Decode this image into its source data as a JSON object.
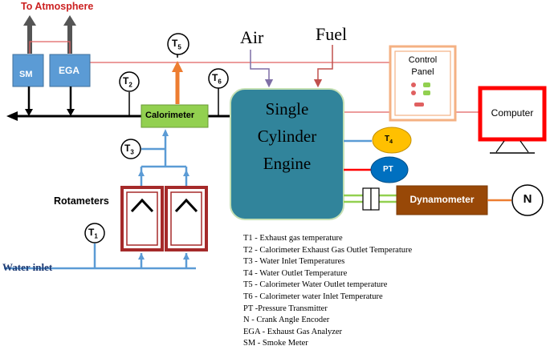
{
  "labels": {
    "to_atmosphere": "To Atmosphere",
    "sm": "SM",
    "ega": "EGA",
    "calorimeter": "Calorimeter",
    "engine_line1": "Single",
    "engine_line2": "Cylinder",
    "engine_line3": "Engine",
    "air": "Air",
    "fuel": "Fuel",
    "control_panel_line1": "Control",
    "control_panel_line2": "Panel",
    "computer": "Computer",
    "dynamometer": "Dynamometer",
    "encoder": "N",
    "rotameters": "Rotameters",
    "water_inlet": "Water inlet",
    "t1": "T",
    "t1_sub": "1",
    "t2": "T",
    "t2_sub": "2",
    "t3": "T",
    "t3_sub": "3",
    "t4": "T",
    "t4_sub": "4",
    "t5": "T",
    "t5_sub": "5",
    "t6": "T",
    "t6_sub": "6",
    "pt": "PT"
  },
  "legend": [
    "T1 - Exhaust gas temperature",
    "T2 - Calorimeter Exhaust Gas Outlet Temperature",
    "T3 - Water Inlet Temperatures",
    "T4 - Water Outlet Temperature",
    "T5 - Calorimeter Water Outlet temperature",
    "T6 - Calorimeter water Inlet Temperature",
    "PT -Pressure Transmitter",
    "N - Crank Angle Encoder",
    "EGA - Exhaust Gas Analyzer",
    "SM - Smoke Meter"
  ],
  "colors": {
    "to_atmosphere": "#cc2222",
    "gas_box": "#5b9bd5",
    "calorimeter": "#92d050",
    "engine": "#31849b",
    "engine_border": "#c5e0b4",
    "t4_fill": "#ffc000",
    "pt_fill": "#0070c0",
    "dynamometer": "#984807",
    "water_pipe": "#5b9bd5",
    "rotameter_frame": "#a52a2a",
    "signal_line": "#e06060",
    "control_panel": "#f4b183",
    "computer_frame": "#ff0000",
    "air_arrow": "#7f6fa6",
    "fuel_arrow": "#c0504d",
    "t5_pipe": "#ed7d31",
    "water_inlet_text": "#1f3b73"
  }
}
